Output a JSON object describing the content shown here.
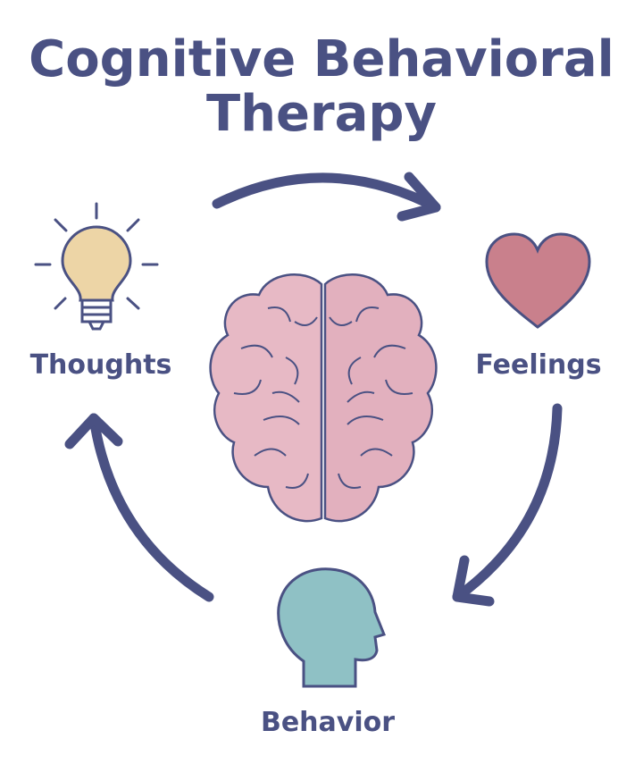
{
  "title": {
    "line1": "Cognitive Behavioral",
    "line2": "Therapy"
  },
  "nodes": {
    "thoughts": {
      "label": "Thoughts",
      "icon": "lightbulb-icon"
    },
    "feelings": {
      "label": "Feelings",
      "icon": "heart-icon"
    },
    "behavior": {
      "label": "Behavior",
      "icon": "head-icon"
    },
    "center": {
      "icon": "brain-icon"
    }
  },
  "colors": {
    "ink": "#4a5183",
    "bulb": "#edd5a6",
    "heart": "#c9808c",
    "head": "#8fc1c5",
    "brain": "#e7b9c5"
  }
}
